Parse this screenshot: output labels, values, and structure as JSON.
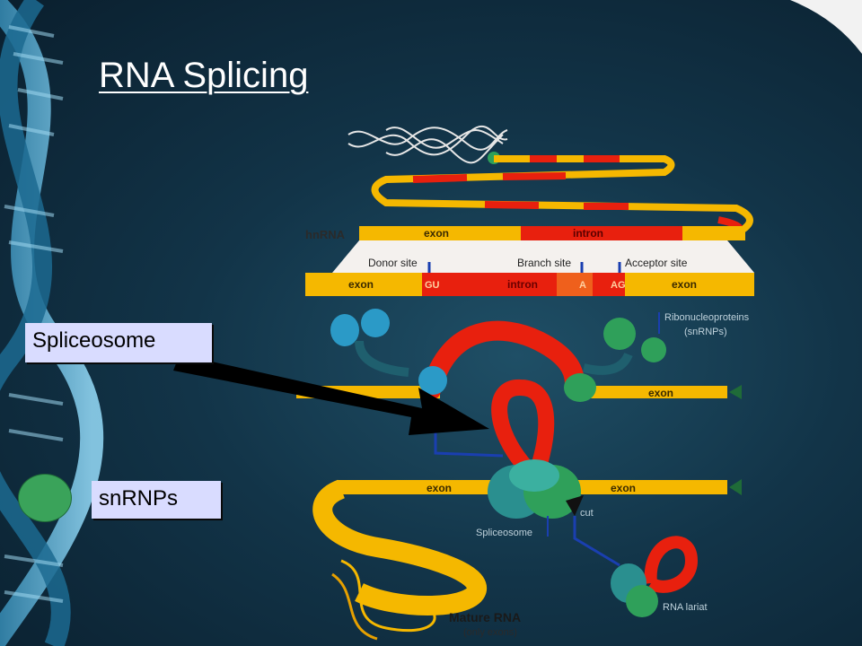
{
  "title": "RNA Splicing",
  "overlay_labels": {
    "spliceosome": "Spliceosome",
    "snrnps": "snRNPs"
  },
  "diagram": {
    "hnrna": "hnRNA",
    "exon_top": "exon",
    "intron_top": "intron",
    "donor_site": "Donor site",
    "branch_site": "Branch site",
    "acceptor_site": "Acceptor site",
    "exon_left": "exon",
    "gu": "GU",
    "intron_mid": "intron",
    "a": "A",
    "ag": "AG",
    "exon_right": "exon",
    "ribonucleoproteins": "Ribonucleoproteins",
    "snrnps_paren": "(snRNPs)",
    "exon_row3": "exon",
    "exon_row4_left": "exon",
    "exon_row4_right": "exon",
    "cut": "cut",
    "spliceosome_small": "Spliceosome",
    "mature_rna": "Mature RNA",
    "only_exons": "(only exons)",
    "rna_lariat": "RNA lariat"
  },
  "colors": {
    "exon": "#f5b800",
    "intron": "#e8200e",
    "spliceosome_green": "#2fa05a",
    "snrnp_blue": "#2b9ac7",
    "label_box": "#d9dcff"
  }
}
